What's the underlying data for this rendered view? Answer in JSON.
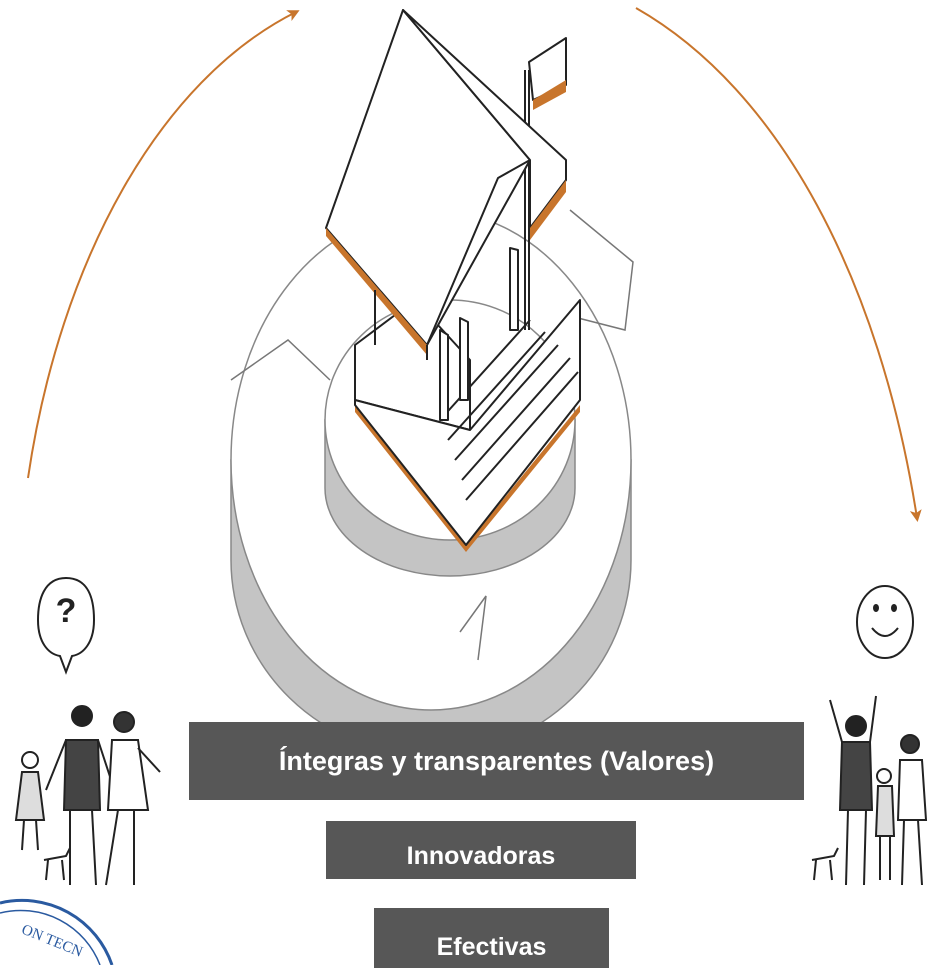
{
  "diagram": {
    "accent_color": "#c8752c",
    "icons": {
      "left_bubble": "question-mark-icon",
      "right_bubble": "smiley-face-icon",
      "center": "institution-building-icon",
      "logo": "seal-logo-partial"
    },
    "labels": {
      "values": "Íntegras y transparentes (Valores)",
      "innovative": "Innovadoras",
      "effective": "Efectivas"
    },
    "bubble_question": "?",
    "seal_text": "ON TECN"
  }
}
